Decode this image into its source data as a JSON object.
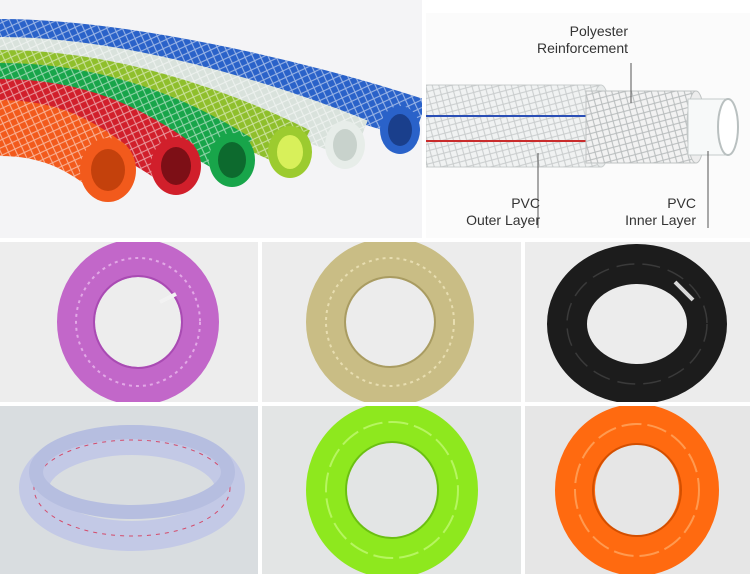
{
  "diagram": {
    "polyester_line1": "Polyester",
    "polyester_line2": "Reinforcement",
    "outer_line1": "PVC",
    "outer_line2": "Outer Layer",
    "inner_line1": "PVC",
    "inner_line2": "Inner Layer"
  },
  "colors": {
    "hose_orange": "#f25a1c",
    "hose_red": "#d11f2b",
    "hose_green": "#18a54a",
    "hose_yellow_green": "#b9dc3a",
    "hose_clear": "#dfe6e2",
    "hose_blue": "#2a62c9",
    "coil_purple": "#c267c9",
    "coil_beige": "#c9bd85",
    "coil_black": "#1c1c1c",
    "coil_clear": "#c3c9e6",
    "coil_green": "#8ee81e",
    "coil_orange": "#ff6a10"
  }
}
